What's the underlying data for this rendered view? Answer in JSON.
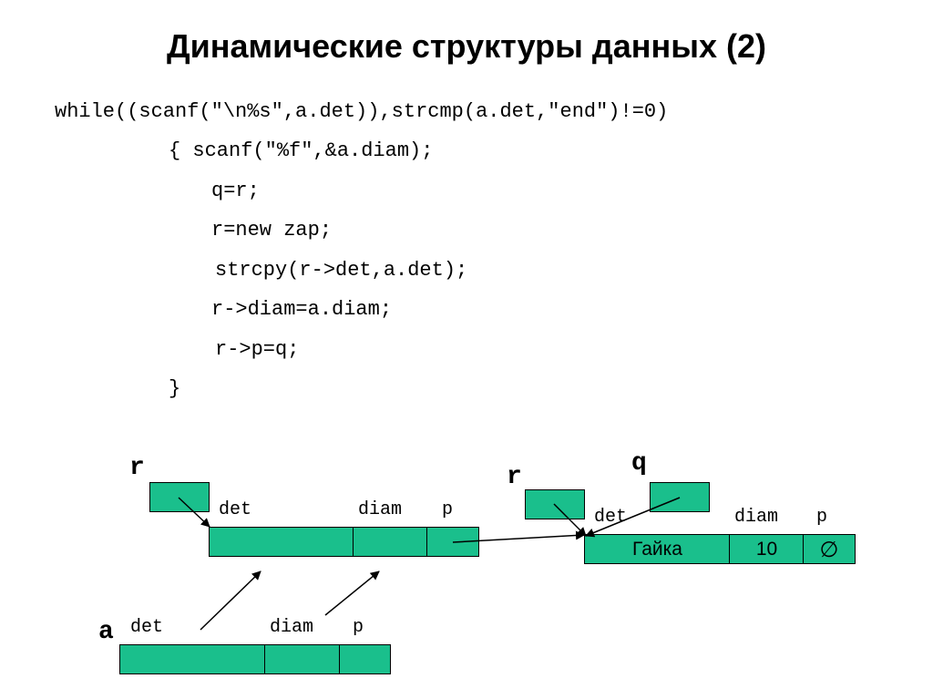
{
  "title": "Динамические структуры данных (2)",
  "code_lines": [
    "while((scanf(\"\\n%s\",a.det)),strcmp(a.det,\"end\")!=0)",
    "{ scanf(\"%f\",&a.diam);",
    "q=r;",
    "r=new zap;",
    "strcpy(r->det,a.det);",
    "r->diam=a.diam;",
    "r->p=q;",
    "}"
  ],
  "diagram": {
    "left_pointer_label": "r",
    "right_r_label": "r",
    "right_q_label": "q",
    "a_label": "a",
    "fields": {
      "det": "det",
      "diam": "diam",
      "p": "p"
    },
    "node_values": {
      "det": "Гайка",
      "diam": "10",
      "p": "∅"
    },
    "box_color": "#1abf8c"
  }
}
